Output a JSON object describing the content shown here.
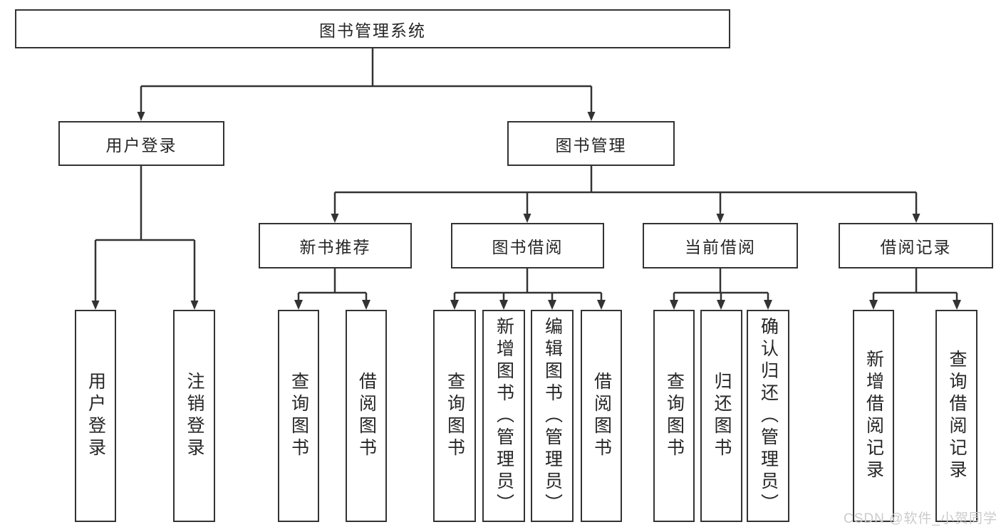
{
  "diagram_type": "hierarchy-chart",
  "colors": {
    "line": "#333333",
    "box_border": "#333333",
    "box_fill": "#ffffff",
    "text": "#262626",
    "watermark": "#cbcbcb",
    "background": "#ffffff"
  },
  "tree": {
    "label": "图书管理系统",
    "children": [
      {
        "label": "用户登录",
        "children": [
          {
            "label": "用户登录"
          },
          {
            "label": "注销登录"
          }
        ]
      },
      {
        "label": "图书管理",
        "children": [
          {
            "label": "新书推荐",
            "children": [
              {
                "label": "查询图书"
              },
              {
                "label": "借阅图书"
              }
            ]
          },
          {
            "label": "图书借阅",
            "children": [
              {
                "label": "查询图书"
              },
              {
                "label": "新增图书（管理员）"
              },
              {
                "label": "编辑图书（管理员）"
              },
              {
                "label": "借阅图书"
              }
            ]
          },
          {
            "label": "当前借阅",
            "children": [
              {
                "label": "查询图书"
              },
              {
                "label": "归还图书"
              },
              {
                "label": "确认归还（管理员）"
              }
            ]
          },
          {
            "label": "借阅记录",
            "children": [
              {
                "label": "新增借阅记录"
              },
              {
                "label": "查询借阅记录"
              }
            ]
          }
        ]
      }
    ]
  },
  "watermark": {
    "text": "CSDN @软件_小贺同学"
  }
}
